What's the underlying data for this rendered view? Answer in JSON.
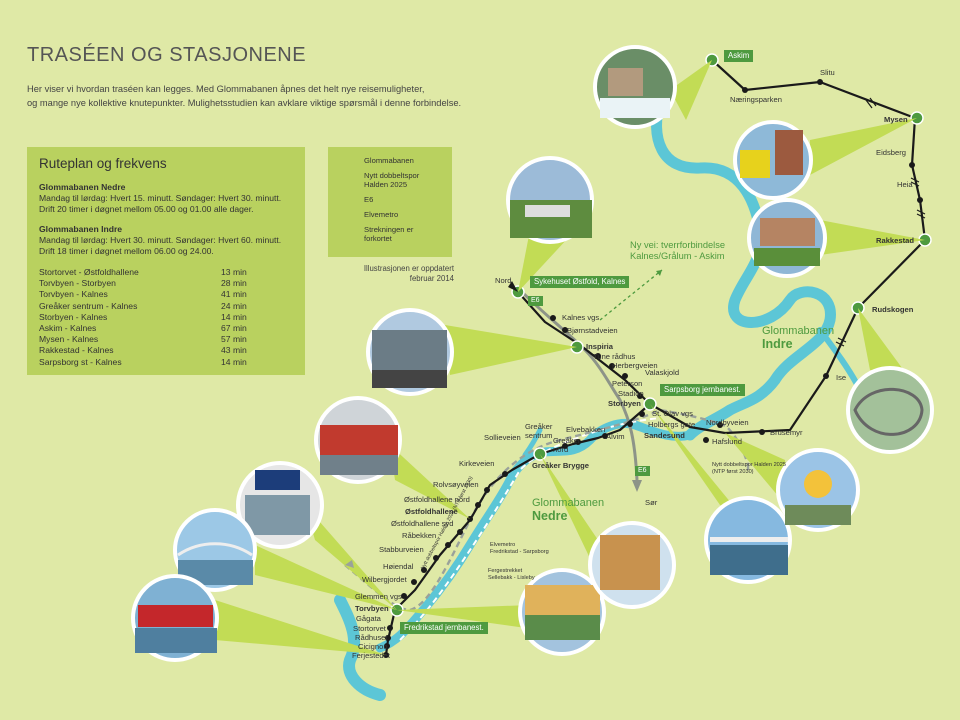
{
  "title": "TRASÉEN OG STASJONENE",
  "intro": [
    "Her viser vi hvordan traséen kan legges. Med Glommabanen åpnes det helt nye reisemuligheter,",
    "og mange nye kollektive knutepunkter. Mulighetsstudien kan avklare viktige spørsmål i denne forbindelse."
  ],
  "route_panel": {
    "heading": "Ruteplan og frekvens",
    "nedre": {
      "title": "Glommabanen Nedre",
      "lines": [
        "Mandag til lørdag: Hvert 15. minutt. Søndager: Hvert 30. minutt.",
        "Drift 20 timer i døgnet mellom 05.00 og 01.00 alle dager."
      ]
    },
    "indre": {
      "title": "Glommabanen Indre",
      "lines": [
        "Mandag til lørdag: Hvert 30. minutt. Søndager: Hvert 60. minutt.",
        "Drift 18 timer i døgnet mellom 06.00 og 24.00."
      ]
    },
    "times": [
      {
        "route": "Stortorvet - Østfoldhallene",
        "time": "13 min"
      },
      {
        "route": "Torvbyen - Storbyen",
        "time": "28 min"
      },
      {
        "route": "Torvbyen - Kalnes",
        "time": "41 min"
      },
      {
        "route": "Greåker sentrum - Kalnes",
        "time": "24 min"
      },
      {
        "route": "Storbyen - Kalnes",
        "time": "14 min"
      },
      {
        "route": "Askim - Kalnes",
        "time": "67 min"
      },
      {
        "route": "Mysen - Kalnes",
        "time": "57 min"
      },
      {
        "route": "Rakkestad - Kalnes",
        "time": "43 min"
      },
      {
        "route": "Sarpsborg st - Kalnes",
        "time": "14 min"
      }
    ]
  },
  "legend": {
    "items": [
      "Glommabanen",
      "Nytt dobbeltspor Halden 2025",
      "E6",
      "Elvemetro",
      "Strekningen er forkortet"
    ],
    "updated": [
      "Illustrasjonen er oppdatert",
      "februar 2014"
    ]
  },
  "colors": {
    "background": "#dfe9a6",
    "panel": "#b9d15f",
    "river": "#5cc6d6",
    "green": "#4e9a3f",
    "route": "#1a1a1a",
    "e6": "#8d9488"
  },
  "map": {
    "stations": [
      "Askim",
      "Næringsparken",
      "Slitu",
      "Mysen",
      "Eidsberg",
      "Heia",
      "Rakkestad",
      "Rudskogen",
      "Ise",
      "Brusemyr",
      "Nordbyveien",
      "Hafslund",
      "Nord",
      "Sykehuset Østfold, Kalnes",
      "Kalnes vgs",
      "Bjørnstadveien",
      "Inspiria",
      "Tune rådhus",
      "Herbergveien",
      "Valaskjold",
      "Peterson",
      "Stadion",
      "Storbyen",
      "Sarpsborg jernbanest.",
      "St. Olav vgs",
      "Holbergs gate",
      "Alvim",
      "Sandesund",
      "Greåker sentrum",
      "Elvebakken",
      "Greåker nord",
      "Sollieveien",
      "Kirkeveien",
      "Greåker Brygge",
      "Rolvsøyveien",
      "Østfoldhallene nord",
      "Østfoldhallene",
      "Østfoldhallene syd",
      "Råbekken",
      "Stabburveien",
      "Høiendal",
      "Wilbergjordet",
      "Glemmen vgs",
      "Torvbyen",
      "Gågata",
      "Stortorvet",
      "Rådhuset",
      "Cicignon",
      "Ferjestedet",
      "Fredrikstad jernbanest.",
      "Sør"
    ],
    "e6_label": "E6",
    "new_road": [
      "Ny vei: tverrforbindelse",
      "Kalnes/Grålum - Askim"
    ],
    "indre_label": [
      "Glommabanen",
      "Indre"
    ],
    "nedre_label": [
      "Glommabanen",
      "Nedre"
    ],
    "halden_note": [
      "Nytt dobbeltspor Halden 2025",
      "(NTP først 2030)"
    ],
    "elvemetro_note": [
      "Elvemetro",
      "Fredrikstad - Sarpsborg"
    ],
    "ferje_note": [
      "Fergestrekket",
      "Sellebakk - Lisleby"
    ],
    "track_note": "Nytt dobbeltspor Halden 2025 (NTP først 2030)"
  }
}
